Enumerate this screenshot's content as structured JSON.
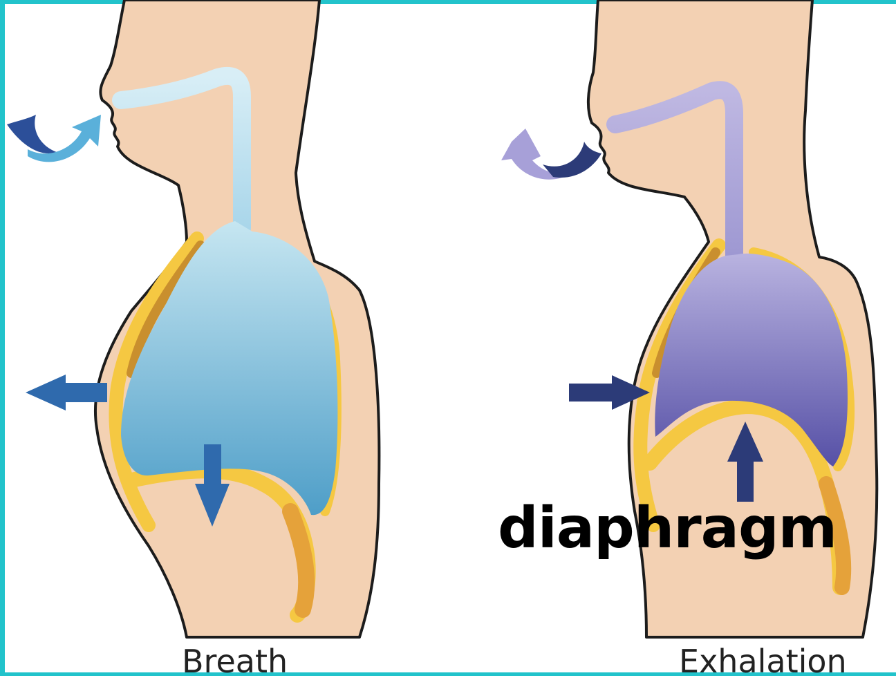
{
  "labels": {
    "left_caption": "Breath",
    "right_caption": "Exhalation",
    "diaphragm": "diaphragm"
  },
  "colors": {
    "frame": "#22c3cb",
    "skin": "#f3d1b3",
    "outline": "#1c1c1c",
    "pleura_yellow": "#f5c842",
    "rib_orange": "#e5a23a",
    "inhale_lung_top": "#bfe3ef",
    "inhale_lung_bottom": "#4f9fc9",
    "exhale_lung_top": "#c2bde6",
    "exhale_lung_bottom": "#5a54a8",
    "arrow_inhale": "#2f6aad",
    "arrow_exhale": "#2c3b78"
  },
  "icons": {
    "inhale_air": "curved-arrow-into-nose-icon",
    "exhale_air": "curved-arrow-out-of-nose-icon",
    "chest_expand": "arrow-left-icon",
    "diaphragm_down": "arrow-down-icon",
    "chest_contract": "arrow-right-icon",
    "diaphragm_up": "arrow-up-icon"
  }
}
